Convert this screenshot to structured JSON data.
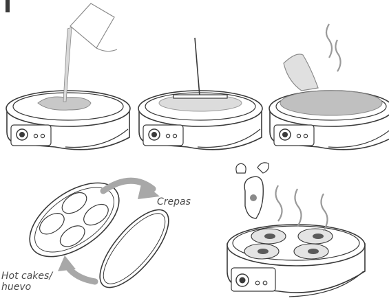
{
  "labels": {
    "crepas": "Crepas",
    "hotcakes_line1": "Hot cakes/",
    "hotcakes_line2": "huevo"
  },
  "colors": {
    "outline": "#3a3a3a",
    "batter": "#c8c8c8",
    "arrow": "#a8a8a8",
    "steam": "#9a9a9a",
    "background": "#ffffff"
  },
  "steps": [
    {
      "id": "pour-batter",
      "icon": "pitcher-pouring-icon"
    },
    {
      "id": "spread-batter",
      "icon": "spreader-stick-icon"
    },
    {
      "id": "cook-crepe",
      "icon": "hand-spatula-icon"
    },
    {
      "id": "swap-plates",
      "icon": "rotate-arrows-icon"
    },
    {
      "id": "cook-eggs",
      "icon": "cracked-egg-icon"
    }
  ]
}
